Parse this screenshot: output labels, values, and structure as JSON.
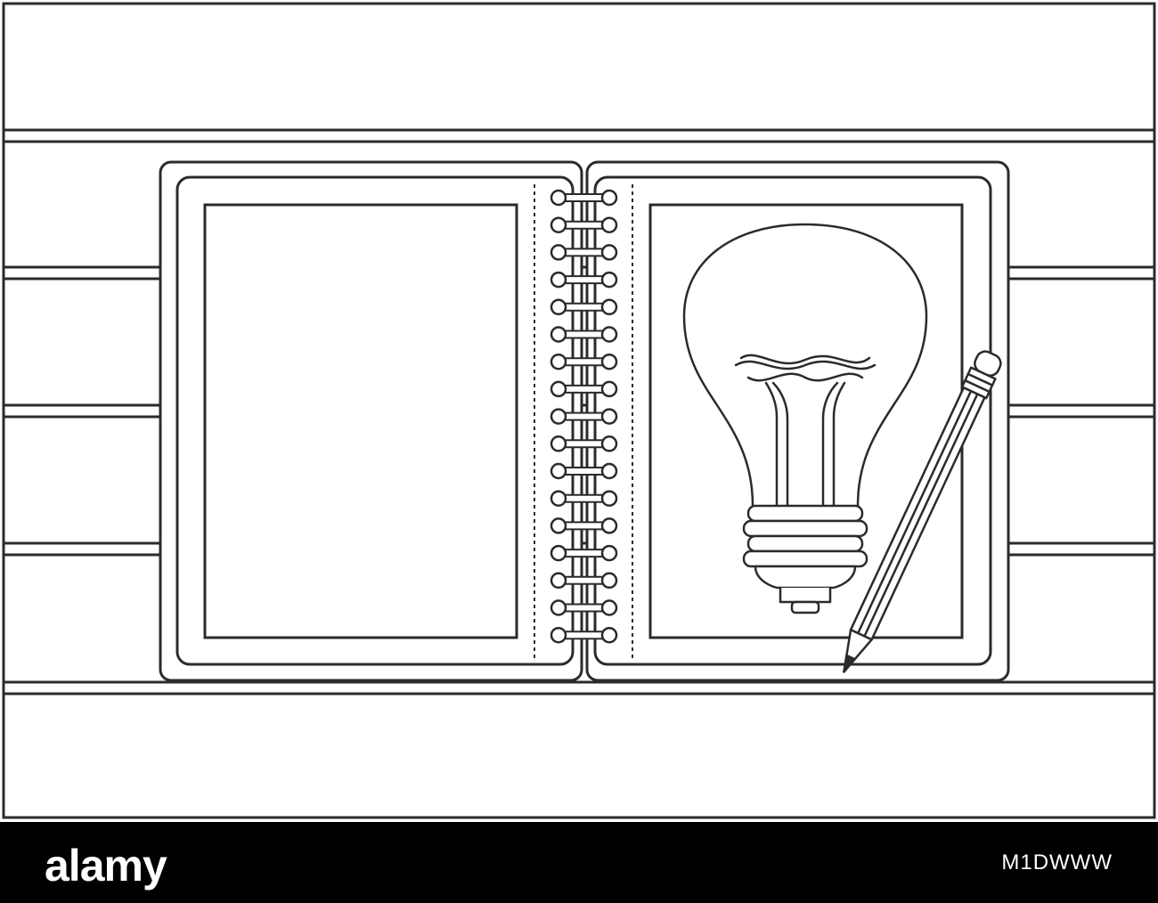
{
  "watermark": {
    "brand": "alamy",
    "image_id": "M1DWWW"
  },
  "colors": {
    "line": "#2b2b2b",
    "background": "#ffffff",
    "footer": "#000000"
  },
  "scene": {
    "background": "wooden-planks",
    "notebook": "spiral-notebook-open",
    "left_page": "blank-page",
    "right_page_drawing": "lightbulb-icon",
    "tool": "pencil-icon"
  }
}
